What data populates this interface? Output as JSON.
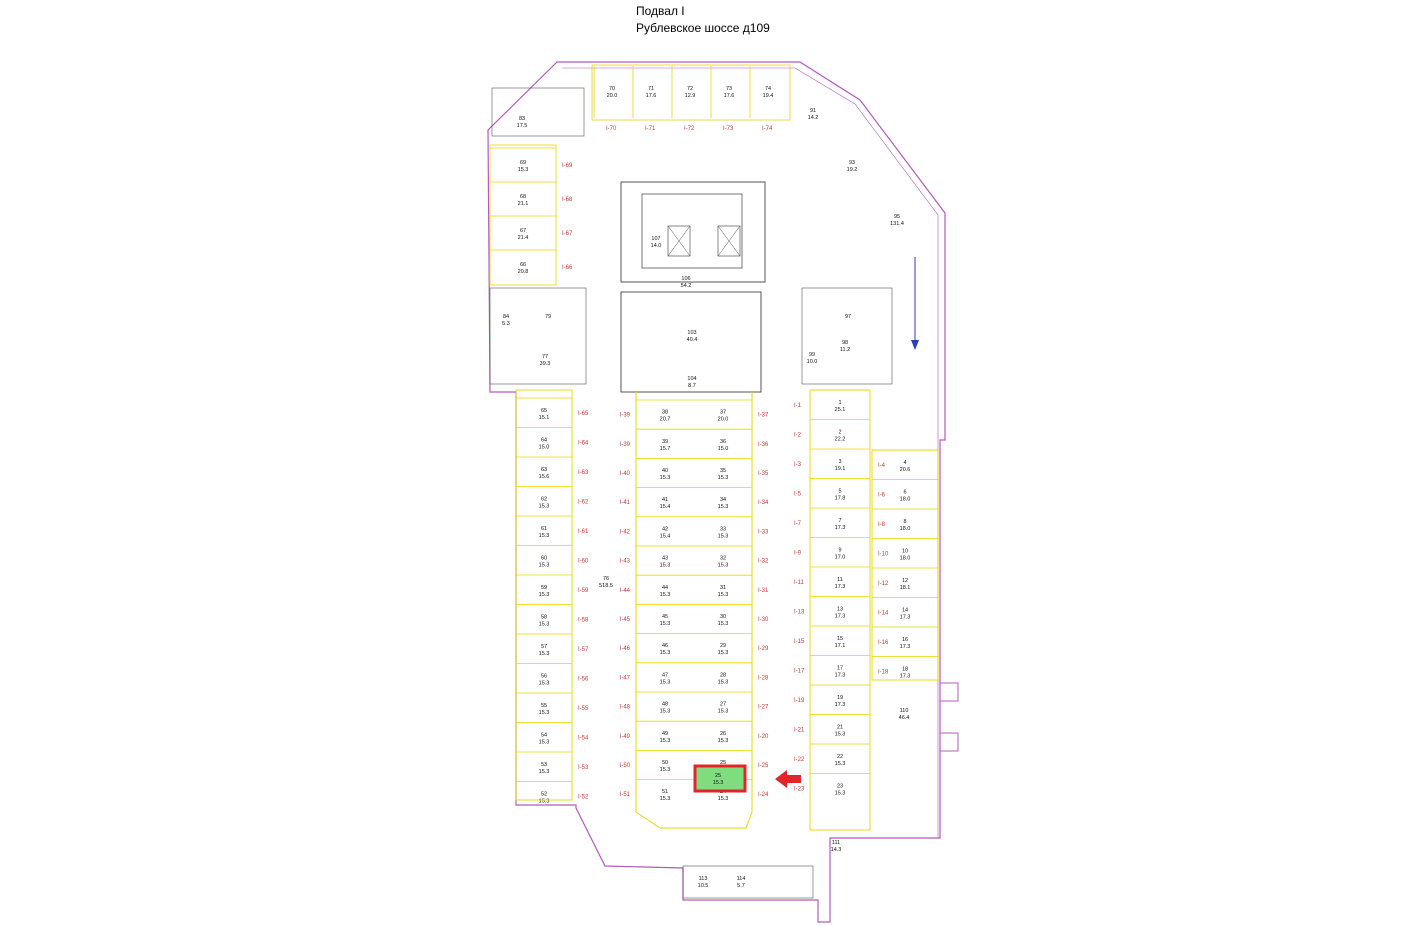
{
  "header": {
    "floor": "Подвал I",
    "address": "Рублевское шоссе д109"
  },
  "colors": {
    "outer_wall": "#b05cb8",
    "inner_line": "#e6d800",
    "dark_wall": "#555555",
    "highlight_fill": "#7fdc7f",
    "highlight_border": "#e0262a",
    "arrow": "#e0262a",
    "ramp_arrow": "#2b3fb5"
  },
  "left_column": {
    "numbers": [
      "65",
      "64",
      "63",
      "62",
      "61",
      "60",
      "59",
      "58",
      "57",
      "56",
      "55",
      "54",
      "53",
      "52"
    ],
    "areas": [
      "15.1",
      "15.0",
      "15.6",
      "15.3",
      "15.3",
      "15.3",
      "15.3",
      "15.3",
      "15.3",
      "15.3",
      "15.3",
      "15.3",
      "15.3",
      "15.3"
    ],
    "marks": [
      "I-65",
      "I-64",
      "I-63",
      "I-62",
      "I-61",
      "I-60",
      "I-59",
      "I-58",
      "I-57",
      "I-56",
      "I-55",
      "I-54",
      "I-53",
      "I-52"
    ]
  },
  "center_left": {
    "numbers": [
      "38",
      "39",
      "40",
      "41",
      "42",
      "43",
      "44",
      "45",
      "46",
      "47",
      "48",
      "49",
      "50",
      "51"
    ],
    "areas": [
      "20.7",
      "15.7",
      "15.3",
      "15.4",
      "15.4",
      "15.3",
      "15.3",
      "15.3",
      "15.3",
      "15.3",
      "15.3",
      "15.3",
      "15.3",
      "15.3"
    ],
    "marks": [
      "I-39",
      "I-39",
      "I-40",
      "I-41",
      "I-42",
      "I-43",
      "I-44",
      "I-45",
      "I-46",
      "I-47",
      "I-48",
      "I-49",
      "I-50",
      "I-51"
    ]
  },
  "center_right": {
    "numbers": [
      "37",
      "36",
      "35",
      "34",
      "33",
      "32",
      "31",
      "30",
      "29",
      "28",
      "27",
      "26",
      "25",
      "24"
    ],
    "areas": [
      "20.0",
      "15.0",
      "15.3",
      "15.3",
      "15.3",
      "15.3",
      "15.3",
      "15.3",
      "15.3",
      "15.3",
      "15.3",
      "15.3",
      "15.3",
      "15.3"
    ],
    "marks": [
      "I-37",
      "I-36",
      "I-35",
      "I-34",
      "I-33",
      "I-32",
      "I-31",
      "I-30",
      "I-29",
      "I-28",
      "I-27",
      "I-20",
      "I-25",
      "I-24"
    ]
  },
  "right_column": {
    "numbers": [
      "1",
      "2",
      "3",
      "5",
      "7",
      "9",
      "11",
      "13",
      "15",
      "17",
      "19",
      "21",
      "22",
      "23"
    ],
    "areas": [
      "25.1",
      "22.2",
      "19.1",
      "17.8",
      "17.3",
      "17.0",
      "17.3",
      "17.3",
      "17.1",
      "17.3",
      "17.3",
      "15.3",
      "15.3",
      "15.3"
    ],
    "marks": [
      "I-1",
      "I-2",
      "I-3",
      "I-5",
      "I-7",
      "I-9",
      "I-11",
      "I-13",
      "I-15",
      "I-17",
      "I-19",
      "I-21",
      "I-22",
      "I-23"
    ]
  },
  "far_right": {
    "numbers": [
      "4",
      "6",
      "8",
      "10",
      "12",
      "14",
      "16",
      "18"
    ],
    "areas": [
      "20.6",
      "18.0",
      "18.0",
      "18.0",
      "18.1",
      "17.3",
      "17.3",
      "17.3"
    ],
    "marks": [
      "I-4",
      "I-6",
      "I-8",
      "I-10",
      "I-12",
      "I-14",
      "I-16",
      "I-18"
    ]
  },
  "top_row": {
    "numbers": [
      "70",
      "71",
      "72",
      "73",
      "74"
    ],
    "areas": [
      "20.0",
      "17.6",
      "12.9",
      "17.6",
      "19.4"
    ],
    "marks": [
      "I-70",
      "I-71",
      "I-72",
      "I-73",
      "I-74"
    ]
  },
  "left_upper": {
    "numbers": [
      "69",
      "68",
      "67",
      "66"
    ],
    "areas": [
      "15.3",
      "21.1",
      "21.4",
      "20.8"
    ],
    "marks": [
      "I-69",
      "I-68",
      "I-67",
      "I-66"
    ]
  },
  "misc_rooms": [
    {
      "num": "76",
      "area": "518.5"
    },
    {
      "num": "77",
      "area": "39.3"
    },
    {
      "num": "79",
      "area": ""
    },
    {
      "num": "83",
      "area": "17.5"
    },
    {
      "num": "84",
      "area": "5.3"
    },
    {
      "num": "91",
      "area": "14.2"
    },
    {
      "num": "93",
      "area": "19.2"
    },
    {
      "num": "95",
      "area": "131.4"
    },
    {
      "num": "97",
      "area": ""
    },
    {
      "num": "98",
      "area": "11.2"
    },
    {
      "num": "99",
      "area": "10.0"
    },
    {
      "num": "103",
      "area": "40.4"
    },
    {
      "num": "104",
      "area": "8.7"
    },
    {
      "num": "106",
      "area": "54.2"
    },
    {
      "num": "107",
      "area": "14.0"
    },
    {
      "num": "110",
      "area": "46.4"
    },
    {
      "num": "111",
      "area": "14.3"
    },
    {
      "num": "113",
      "area": "10.5"
    },
    {
      "num": "114",
      "area": "5.7"
    }
  ],
  "highlight": {
    "num": "25",
    "area": "15.3"
  }
}
